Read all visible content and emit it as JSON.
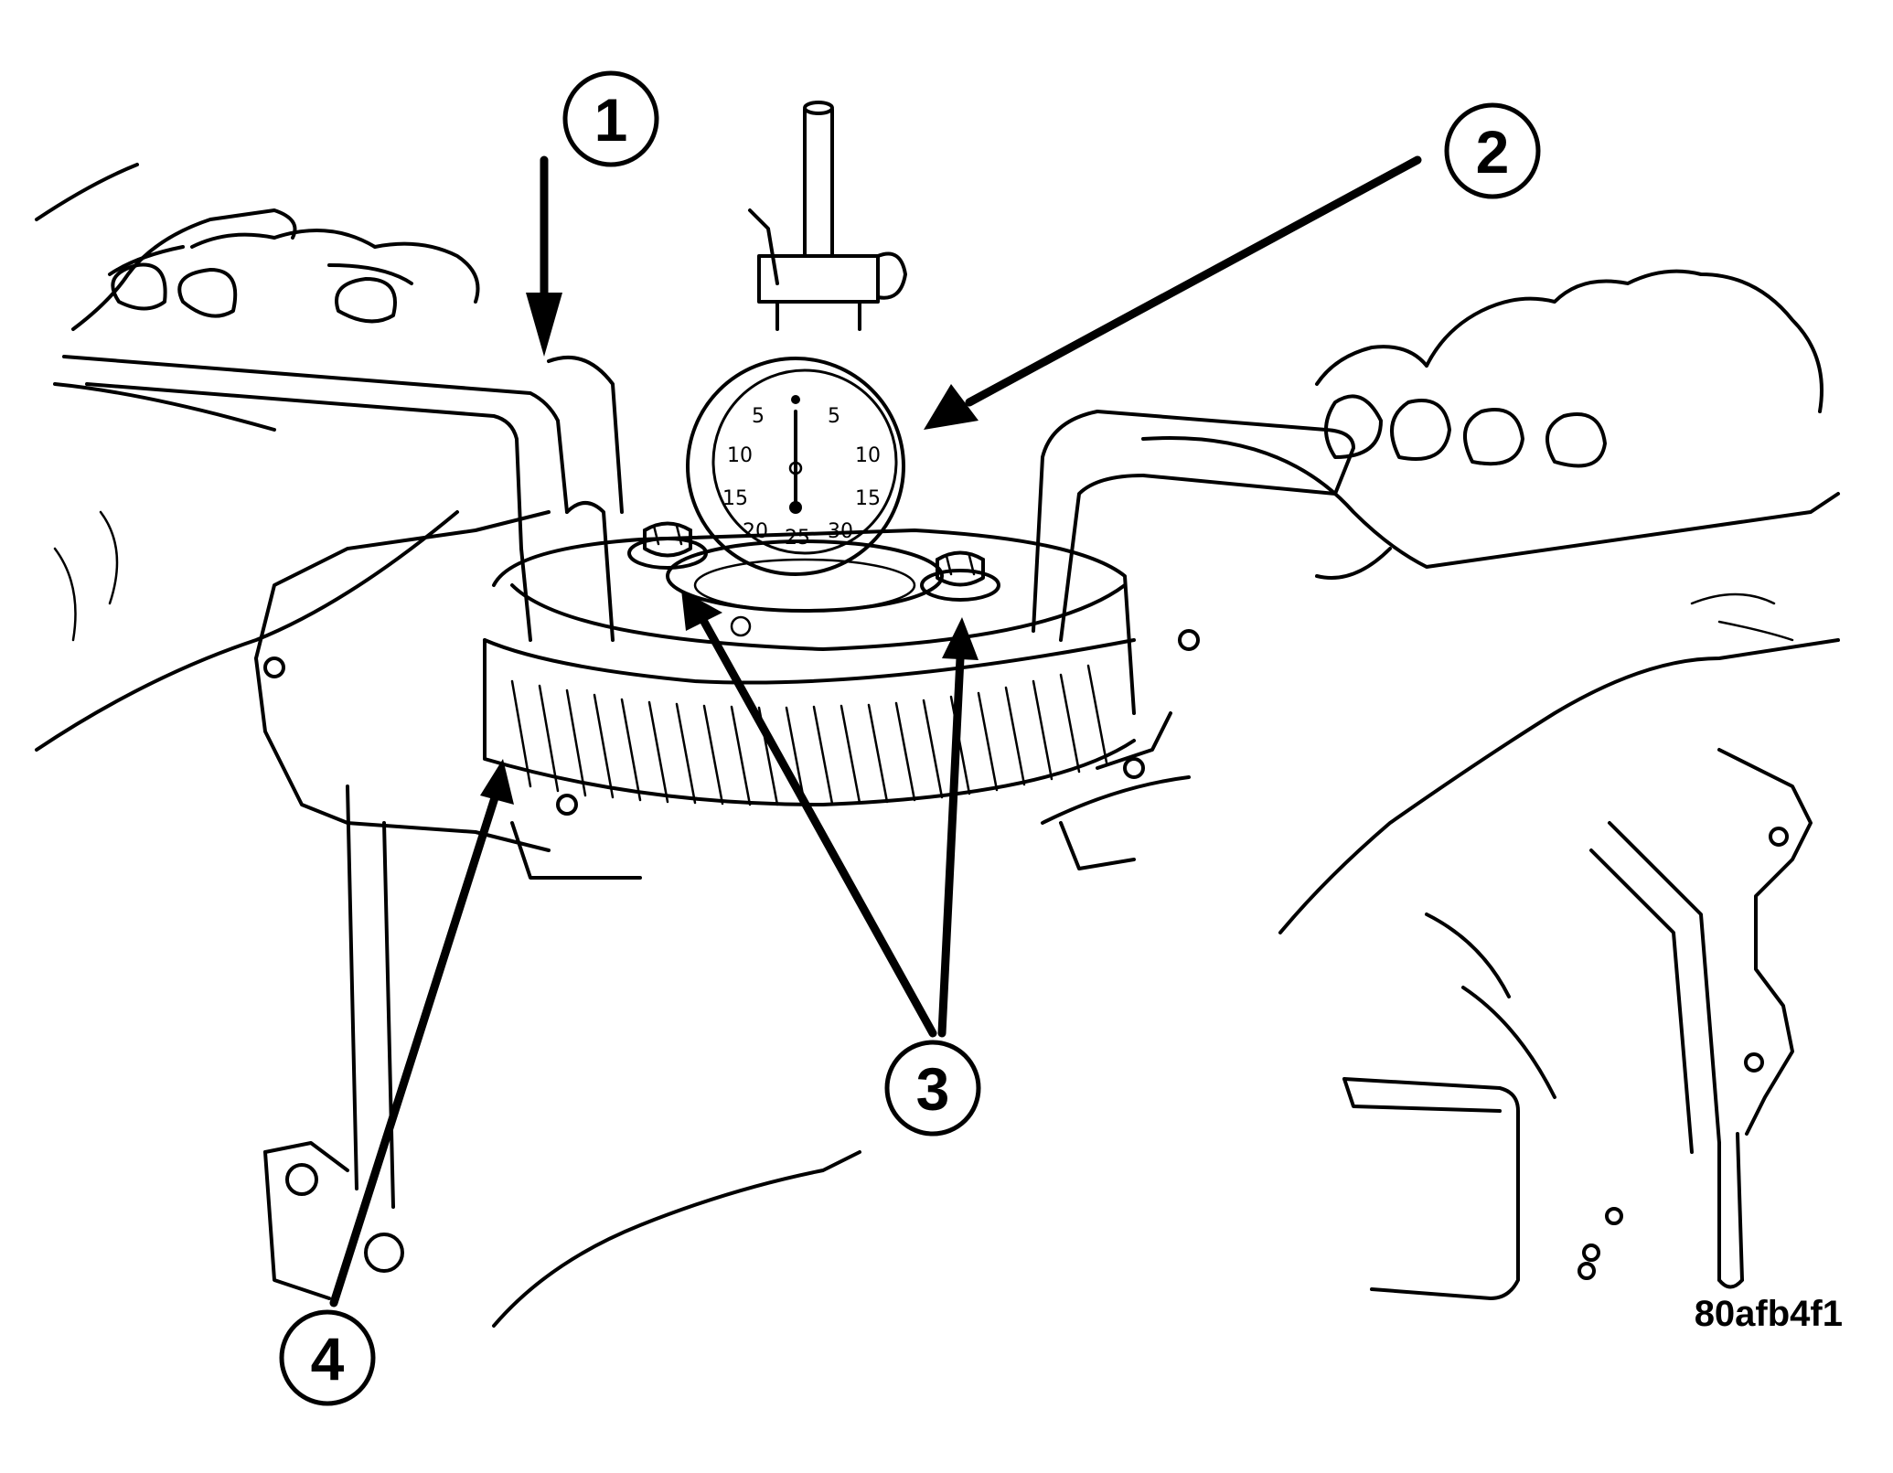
{
  "figure": {
    "id_label": "80afb4f1",
    "callouts": [
      {
        "number": "1"
      },
      {
        "number": "2"
      },
      {
        "number": "3"
      },
      {
        "number": "4"
      }
    ],
    "dial_numbers": {
      "top_left": "5",
      "top_right": "5",
      "mid_left": "10",
      "mid_right": "10",
      "low_left": "15",
      "low_right": "15",
      "bottom_left": "20",
      "bottom_center": "25",
      "bottom_right": "30"
    }
  }
}
